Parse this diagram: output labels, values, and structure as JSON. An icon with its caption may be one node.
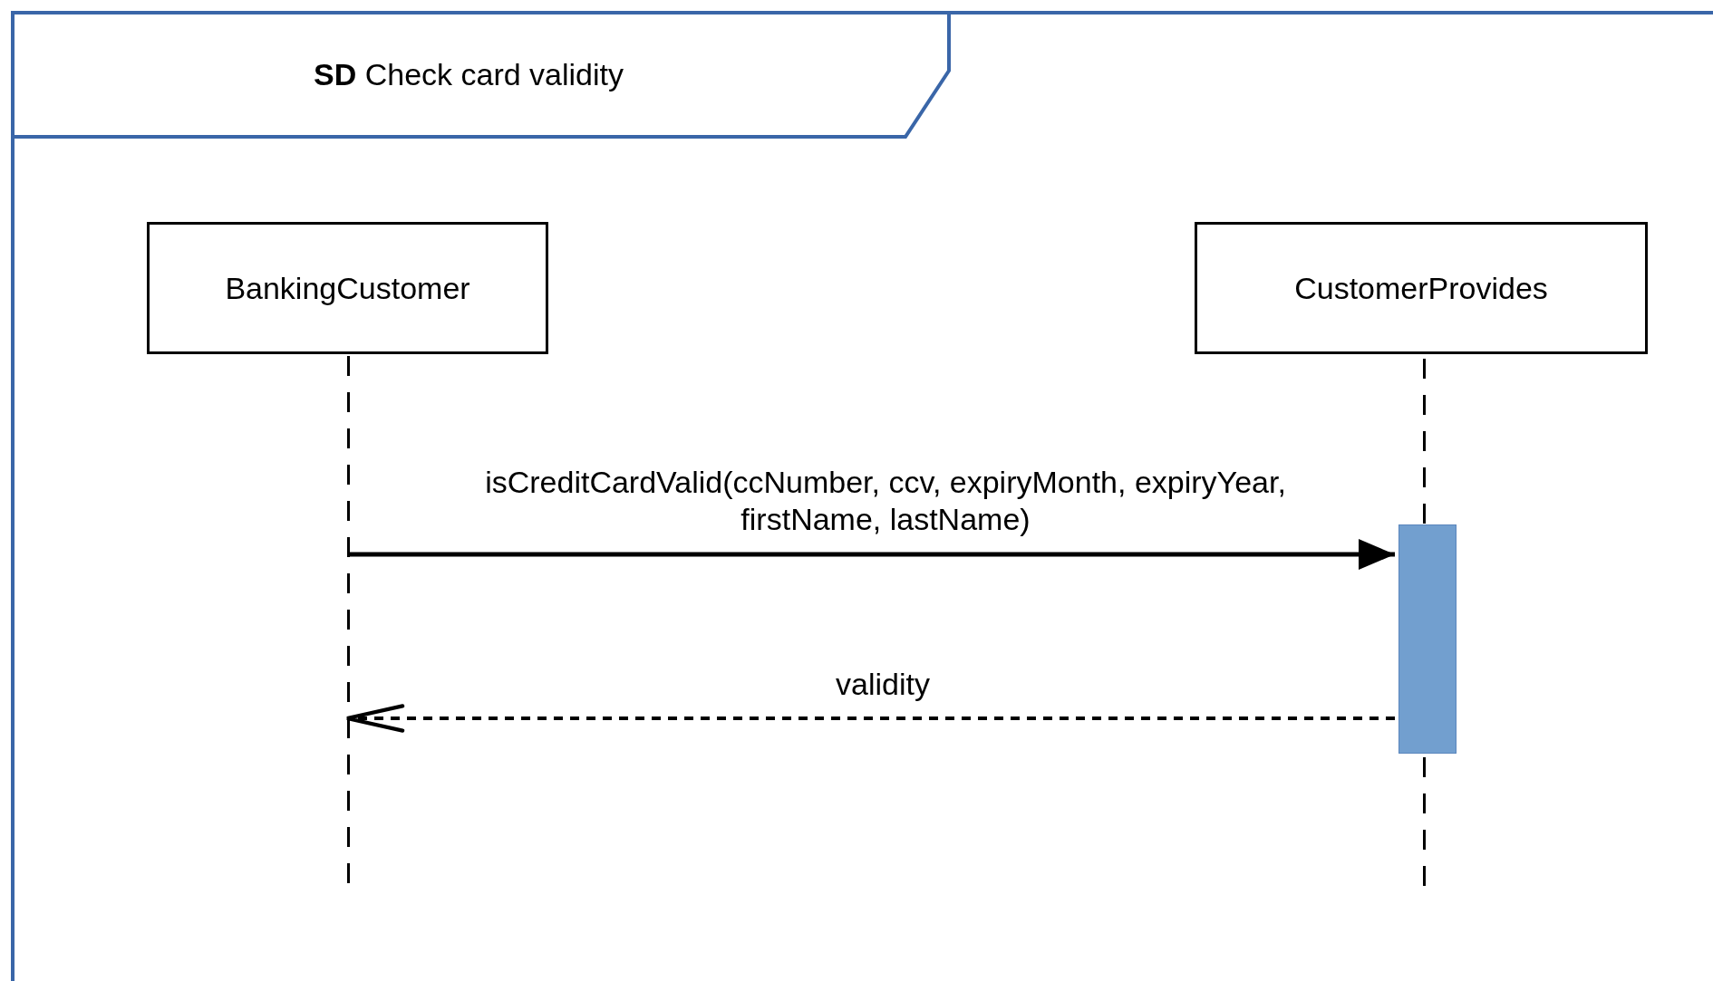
{
  "diagram": {
    "nodes": [
      {
        "text": [
          "**SD** Check card validity"
        ]
      },
      {
        "text": [
          "BankingCustomer"
        ],
        "in": 0
      },
      {
        "text": [
          "CustomerProvides"
        ],
        "in": 0
      },
      {
        "text": [],
        "shape": "line",
        "in": 0
      },
      {
        "text": [],
        "shape": "line",
        "in": 0
      },
      {
        "text": [],
        "shape": "bar",
        "in": 0
      }
    ],
    "edges": [
      {
        "from": 3,
        "to": 5,
        "arrow": "to",
        "label": "isCreditCardValid(ccNumber, ccv, expiryMonth, expiryYear, firstName, lastName)"
      },
      {
        "from": 5,
        "to": 3,
        "arrow": "to",
        "label": "validity",
        "style": "dashed"
      }
    ]
  }
}
